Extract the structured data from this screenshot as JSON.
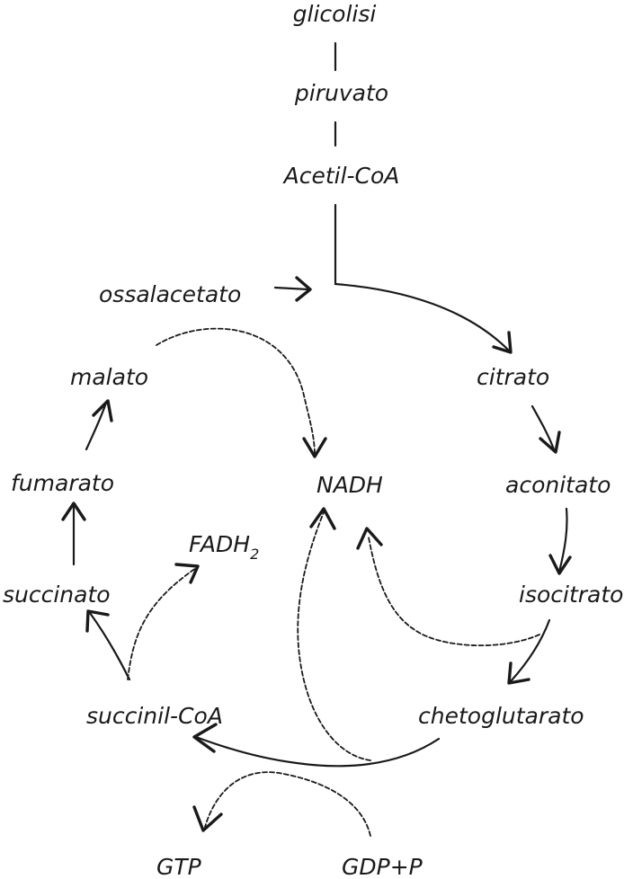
{
  "labels": {
    "glicolisi": "glicolisi",
    "piruvato": "piruvato",
    "acetil_coa": "Acetil-CoA",
    "ossalacetato": "ossalacetato",
    "citrato": "citrato",
    "malato": "malato",
    "aconitato": "aconitato",
    "fumarato": "fumarato",
    "nadh": "NADH",
    "fadh_main": "FADH",
    "fadh_sub": "2",
    "succinato": "succinato",
    "isocitrato": "isocitrato",
    "chetoglutarato": "chetoglutarato",
    "succinil_coa": "succinil-CoA",
    "gtp": "GTP",
    "gdp_p": "GDP+P"
  }
}
